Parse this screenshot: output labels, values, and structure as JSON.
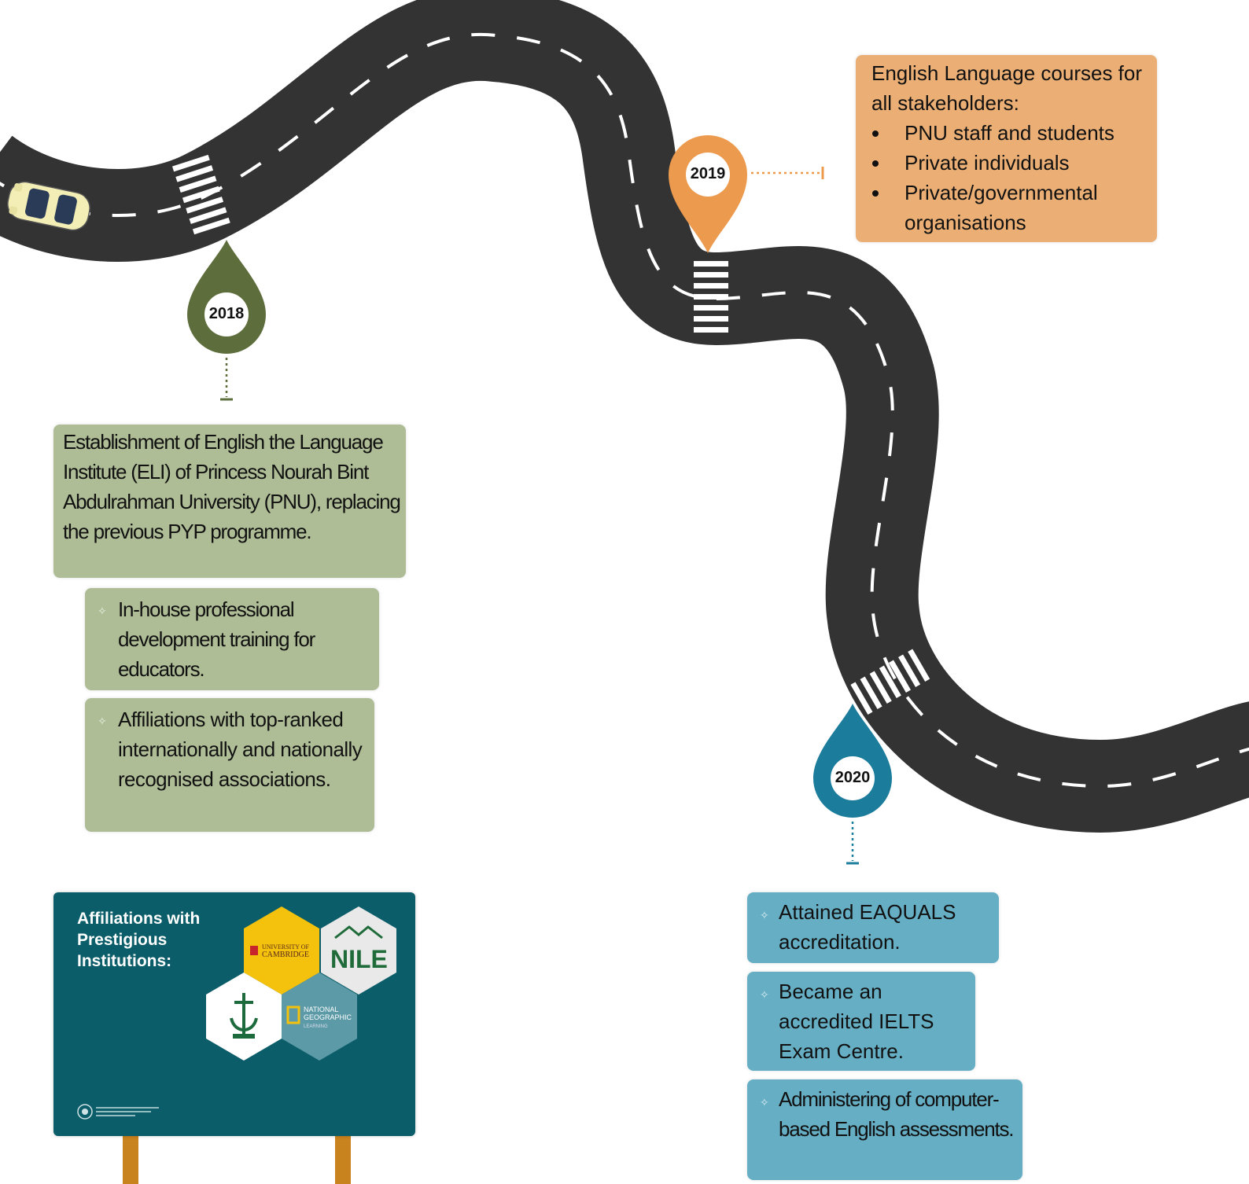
{
  "milestones": [
    {
      "year": "2018",
      "color": "#5e6d3c",
      "main_text": "Establishment of English the Language Institute (ELI) of Princess Nourah Bint Abdulrahman University (PNU), replacing the previous PYP programme.",
      "sub_items": [
        "In-house professional development training for educators.",
        "Affiliations with top-ranked internationally and nationally recognised associations."
      ]
    },
    {
      "year": "2019",
      "color": "#ec9a4e",
      "intro": "English Language courses for all stakeholders:",
      "bullets": [
        "PNU staff and students",
        "Private individuals",
        "Private/governmental organisations"
      ]
    },
    {
      "year": "2020",
      "color": "#1b7c9b",
      "items": [
        "Attained EAQUALS accreditation.",
        "Became an accredited IELTS Exam Centre.",
        "Administering of computer-based English assessments."
      ]
    }
  ],
  "billboard": {
    "title": "Affiliations with Prestigious Institutions:",
    "logos": [
      {
        "name": "cambridge",
        "text_top": "UNIVERSITY OF",
        "text_bottom": "CAMBRIDGE",
        "color": "#f4c20d"
      },
      {
        "name": "nile",
        "text": "NILE",
        "color": "#e9e9e9",
        "text_color": "#1f6b3a"
      },
      {
        "name": "pnu",
        "color": "#ffffff"
      },
      {
        "name": "national-geographic",
        "text_top": "NATIONAL",
        "text_mid": "GEOGRAPHIC",
        "text_bottom": "LEARNING",
        "color": "#5b9aa6"
      }
    ],
    "background": "#0b5e69"
  },
  "colors": {
    "road": "#333333",
    "road_marking": "#ffffff",
    "car": "#f3eeb5",
    "post": "#c8821e"
  }
}
